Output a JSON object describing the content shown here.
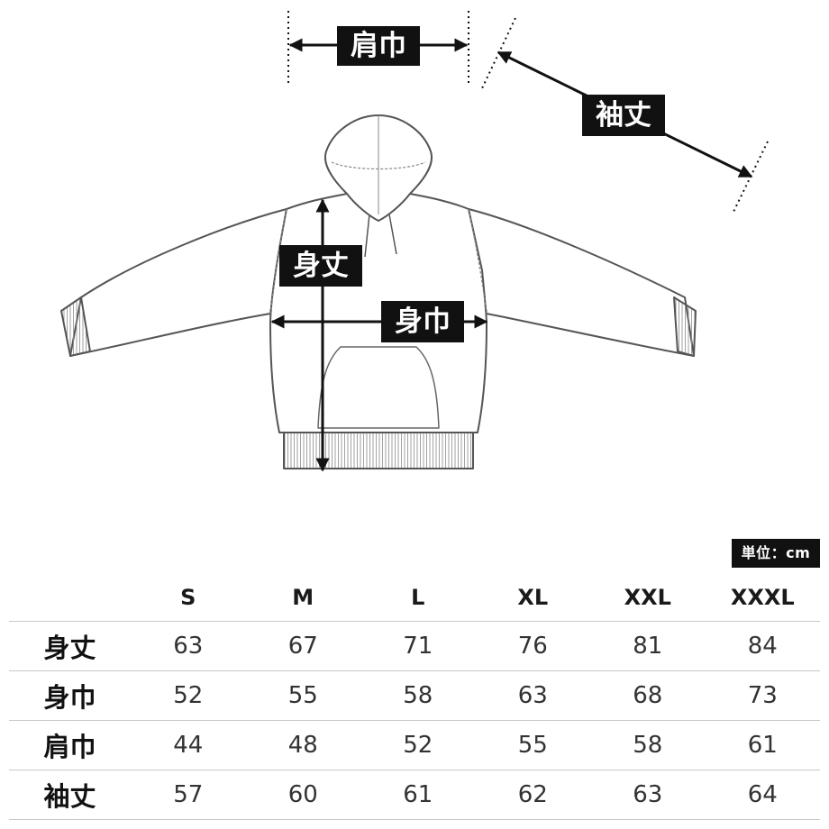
{
  "diagram": {
    "labels": {
      "shoulder": "肩巾",
      "sleeve": "袖丈",
      "length": "身丈",
      "chest": "身巾"
    },
    "colors": {
      "outline": "#555555",
      "arrow": "#111111",
      "label_bg": "#111111"
    }
  },
  "unit_badge": "単位：cm",
  "table": {
    "corner": "",
    "sizes": [
      "S",
      "M",
      "L",
      "XL",
      "XXL",
      "XXXL"
    ],
    "rows": [
      {
        "label": "身丈",
        "values": [
          "63",
          "67",
          "71",
          "76",
          "81",
          "84"
        ]
      },
      {
        "label": "身巾",
        "values": [
          "52",
          "55",
          "58",
          "63",
          "68",
          "73"
        ]
      },
      {
        "label": "肩巾",
        "values": [
          "44",
          "48",
          "52",
          "55",
          "58",
          "61"
        ]
      },
      {
        "label": "袖丈",
        "values": [
          "57",
          "60",
          "61",
          "62",
          "63",
          "64"
        ]
      }
    ]
  }
}
